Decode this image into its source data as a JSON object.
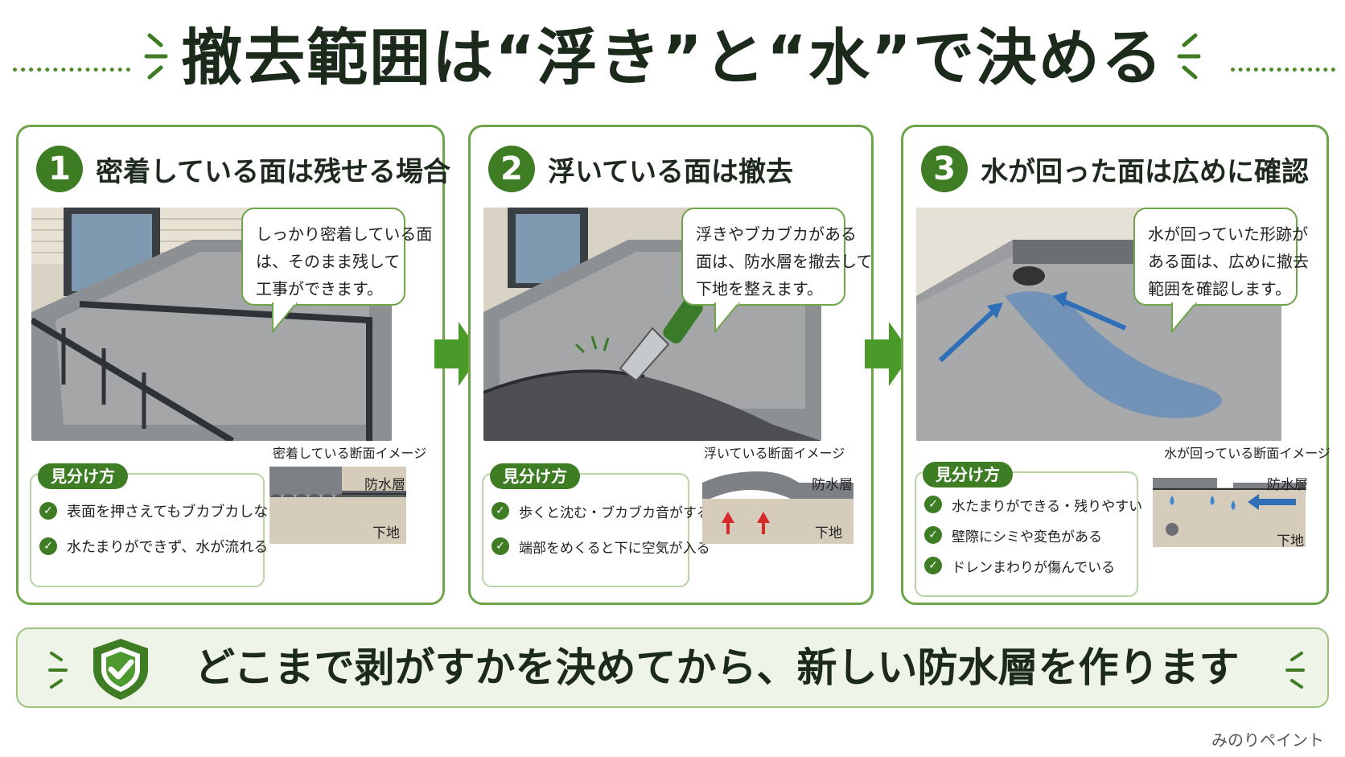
{
  "header": {
    "title": "撤去範囲は“浮き”と“水”で決める"
  },
  "panels": [
    {
      "number": "1",
      "title": "密着している面は残せる場合",
      "bubble": [
        "しっかり密着している面",
        "は、そのまま残して",
        "工事ができます。"
      ],
      "tag": "見分け方",
      "checks": [
        "表面を押さえてもブカブカしない",
        "水たまりができず、水が流れる"
      ],
      "section_title": "密着している断面イメージ",
      "section_labels": {
        "top": "防水層",
        "bottom": "下地"
      }
    },
    {
      "number": "2",
      "title": "浮いている面は撤去",
      "bubble": [
        "浮きやブカブカがある",
        "面は、防水層を撤去して",
        "下地を整えます。"
      ],
      "tag": "見分け方",
      "checks": [
        "歩くと沈む・ブカブカ音がする",
        "端部をめくると下に空気が入る"
      ],
      "section_title": "浮いている断面イメージ",
      "section_labels": {
        "top": "防水層",
        "bottom": "下地"
      }
    },
    {
      "number": "3",
      "title": "水が回った面は広めに確認",
      "bubble": [
        "水が回っていた形跡が",
        "ある面は、広めに撤去",
        "範囲を確認します。"
      ],
      "tag": "見分け方",
      "checks": [
        "水たまりができる・残りやすい",
        "壁際にシミや変色がある",
        "ドレンまわりが傷んでいる"
      ],
      "section_title": "水が回っている断面イメージ",
      "section_labels": {
        "top": "防水層",
        "bottom": "下地"
      }
    }
  ],
  "footer": {
    "text": "どこまで剥がすかを決めてから、新しい防水層を作ります"
  },
  "credit": "みのりペイント",
  "colors": {
    "accent": "#3e7d24",
    "border": "#6fa54a",
    "footer_bg": "#eef4e8"
  }
}
